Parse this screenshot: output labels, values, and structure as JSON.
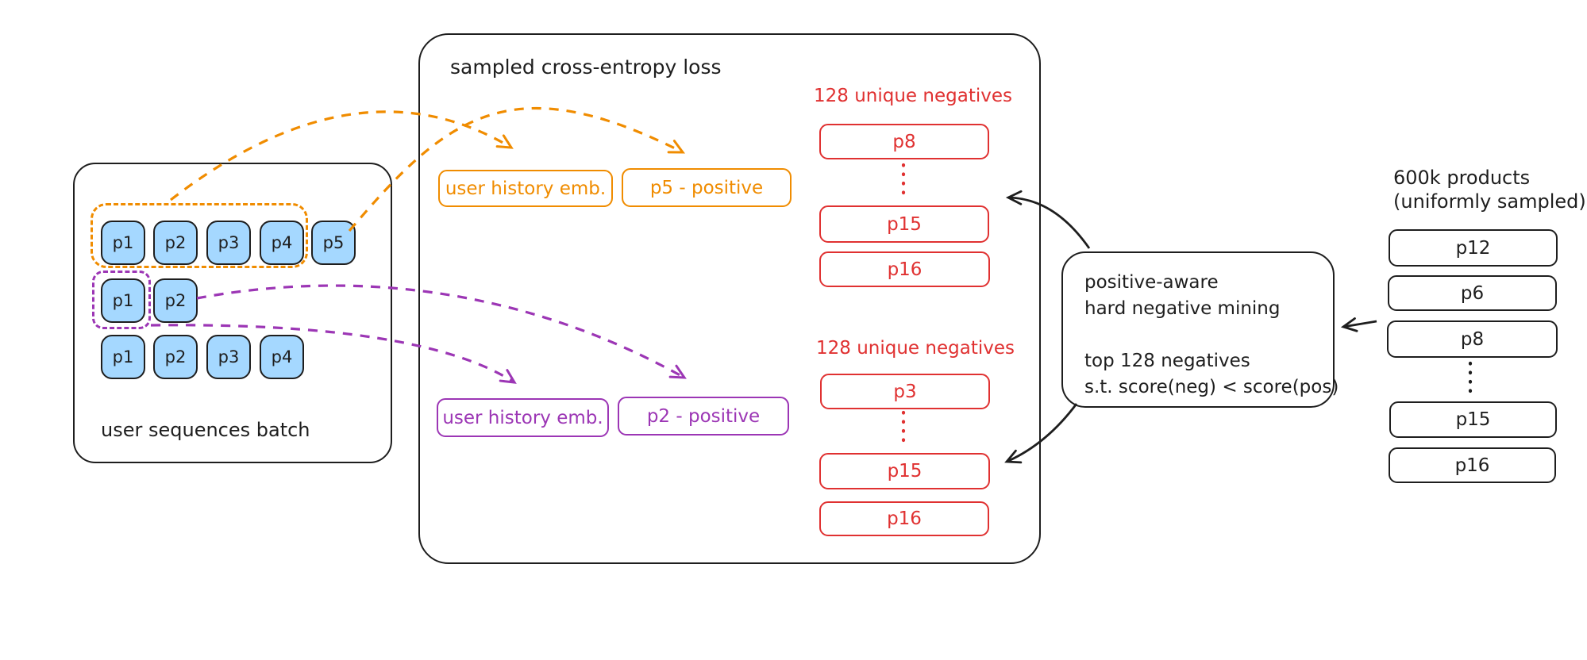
{
  "colors": {
    "ink": "#1e1e1e",
    "orange": "#f08c00",
    "purple": "#9c36b5",
    "red": "#e03131",
    "chip_fill": "#a5d8ff",
    "background": "#ffffff"
  },
  "left_panel": {
    "label": "user sequences batch",
    "rows": [
      {
        "chips": [
          "p1",
          "p2",
          "p3",
          "p4",
          "p5"
        ]
      },
      {
        "chips": [
          "p1",
          "p2"
        ]
      },
      {
        "chips": [
          "p1",
          "p2",
          "p3",
          "p4"
        ]
      }
    ]
  },
  "loss_panel": {
    "title": "sampled cross-entropy loss",
    "orange_pair": {
      "history_label": "user history emb.",
      "positive_label": "p5 - positive"
    },
    "purple_pair": {
      "history_label": "user history emb.",
      "positive_label": "p2 - positive"
    },
    "negatives": [
      {
        "header": "128 unique negatives",
        "items": [
          "p8",
          "p15",
          "p16"
        ]
      },
      {
        "header": "128 unique negatives",
        "items": [
          "p3",
          "p15",
          "p16"
        ]
      }
    ]
  },
  "mining_panel": {
    "lines": [
      "positive-aware",
      "hard negative mining",
      "top 128 negatives",
      "s.t. score(neg) < score(pos)"
    ]
  },
  "products_panel": {
    "header_line1": "600k products",
    "header_line2": "(uniformly sampled)",
    "items": [
      "p12",
      "p6",
      "p8",
      "p15",
      "p16"
    ]
  }
}
